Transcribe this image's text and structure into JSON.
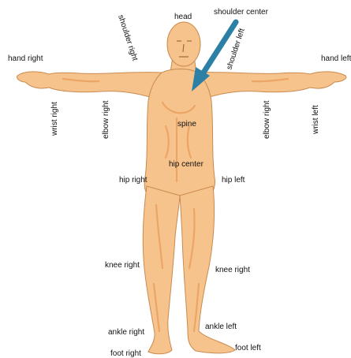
{
  "figure": {
    "colors": {
      "skin": "#F7C38C",
      "skin_shadow": "#EBA565",
      "outline": "#C98A4F",
      "arrow": "#2C7FA5",
      "label": "#111111"
    },
    "labels": {
      "head": "head",
      "shoulder_center": "shoulder center",
      "shoulder_right": "shoulder right",
      "shoulder_left": "shoulder left",
      "hand_right": "hand right",
      "hand_left": "hand left",
      "wrist_right": "wrist right",
      "elbow_right": "elbow right",
      "spine": "spine",
      "elbow_right_2": "elbow right",
      "wrist_left": "wrist left",
      "hip_center": "hip center",
      "hip_right": "hip right",
      "hip_left": "hip left",
      "knee_right": "knee right",
      "knee_right_2": "knee right",
      "ankle_right": "ankle right",
      "ankle_left": "ankle left",
      "foot_right": "foot right",
      "foot_left": "foot left"
    }
  }
}
